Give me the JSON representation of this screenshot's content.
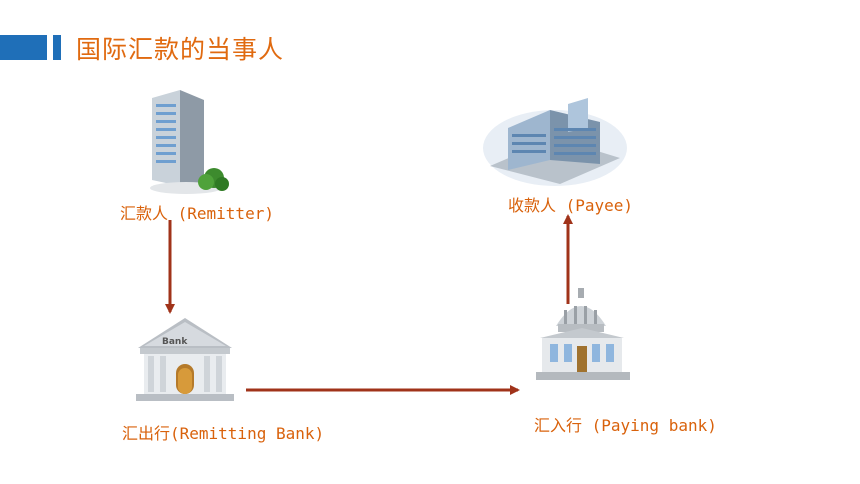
{
  "header": {
    "title": "国际汇款的当事人",
    "accent_color": "#1f6fb8",
    "title_color": "#e06a10"
  },
  "diagram": {
    "nodes": [
      {
        "id": "remitter",
        "label": "汇款人 (Remitter)",
        "icon": "office-tower-icon"
      },
      {
        "id": "payee",
        "label": "收款人 (Payee)",
        "icon": "office-complex-icon"
      },
      {
        "id": "remitting_bank",
        "label": "汇出行(Remitting Bank)",
        "icon": "bank-building-icon",
        "sign": "Bank"
      },
      {
        "id": "paying_bank",
        "label": "汇入行 (Paying bank)",
        "icon": "domed-bank-icon"
      }
    ],
    "edges": [
      {
        "from": "remitter",
        "to": "remitting_bank"
      },
      {
        "from": "remitting_bank",
        "to": "paying_bank"
      },
      {
        "from": "paying_bank",
        "to": "payee"
      }
    ],
    "arrow_color": "#a0331a",
    "label_color": "#d9620c"
  }
}
